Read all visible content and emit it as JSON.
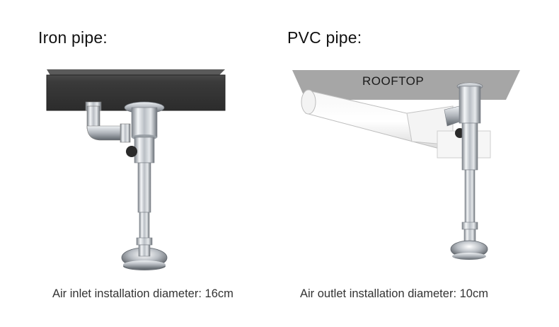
{
  "left_panel": {
    "title": "Iron pipe:",
    "caption": "Air inlet installation diameter: 16cm"
  },
  "right_panel": {
    "title": "PVC pipe:",
    "roof_label": "ROOFTOP",
    "caption": "Air outlet installation diameter: 10cm"
  },
  "colors": {
    "background": "#ffffff",
    "iron_block": "#3a3a3a",
    "roof_panel": "#a9a9a9",
    "chrome": "#c8ccd1"
  }
}
